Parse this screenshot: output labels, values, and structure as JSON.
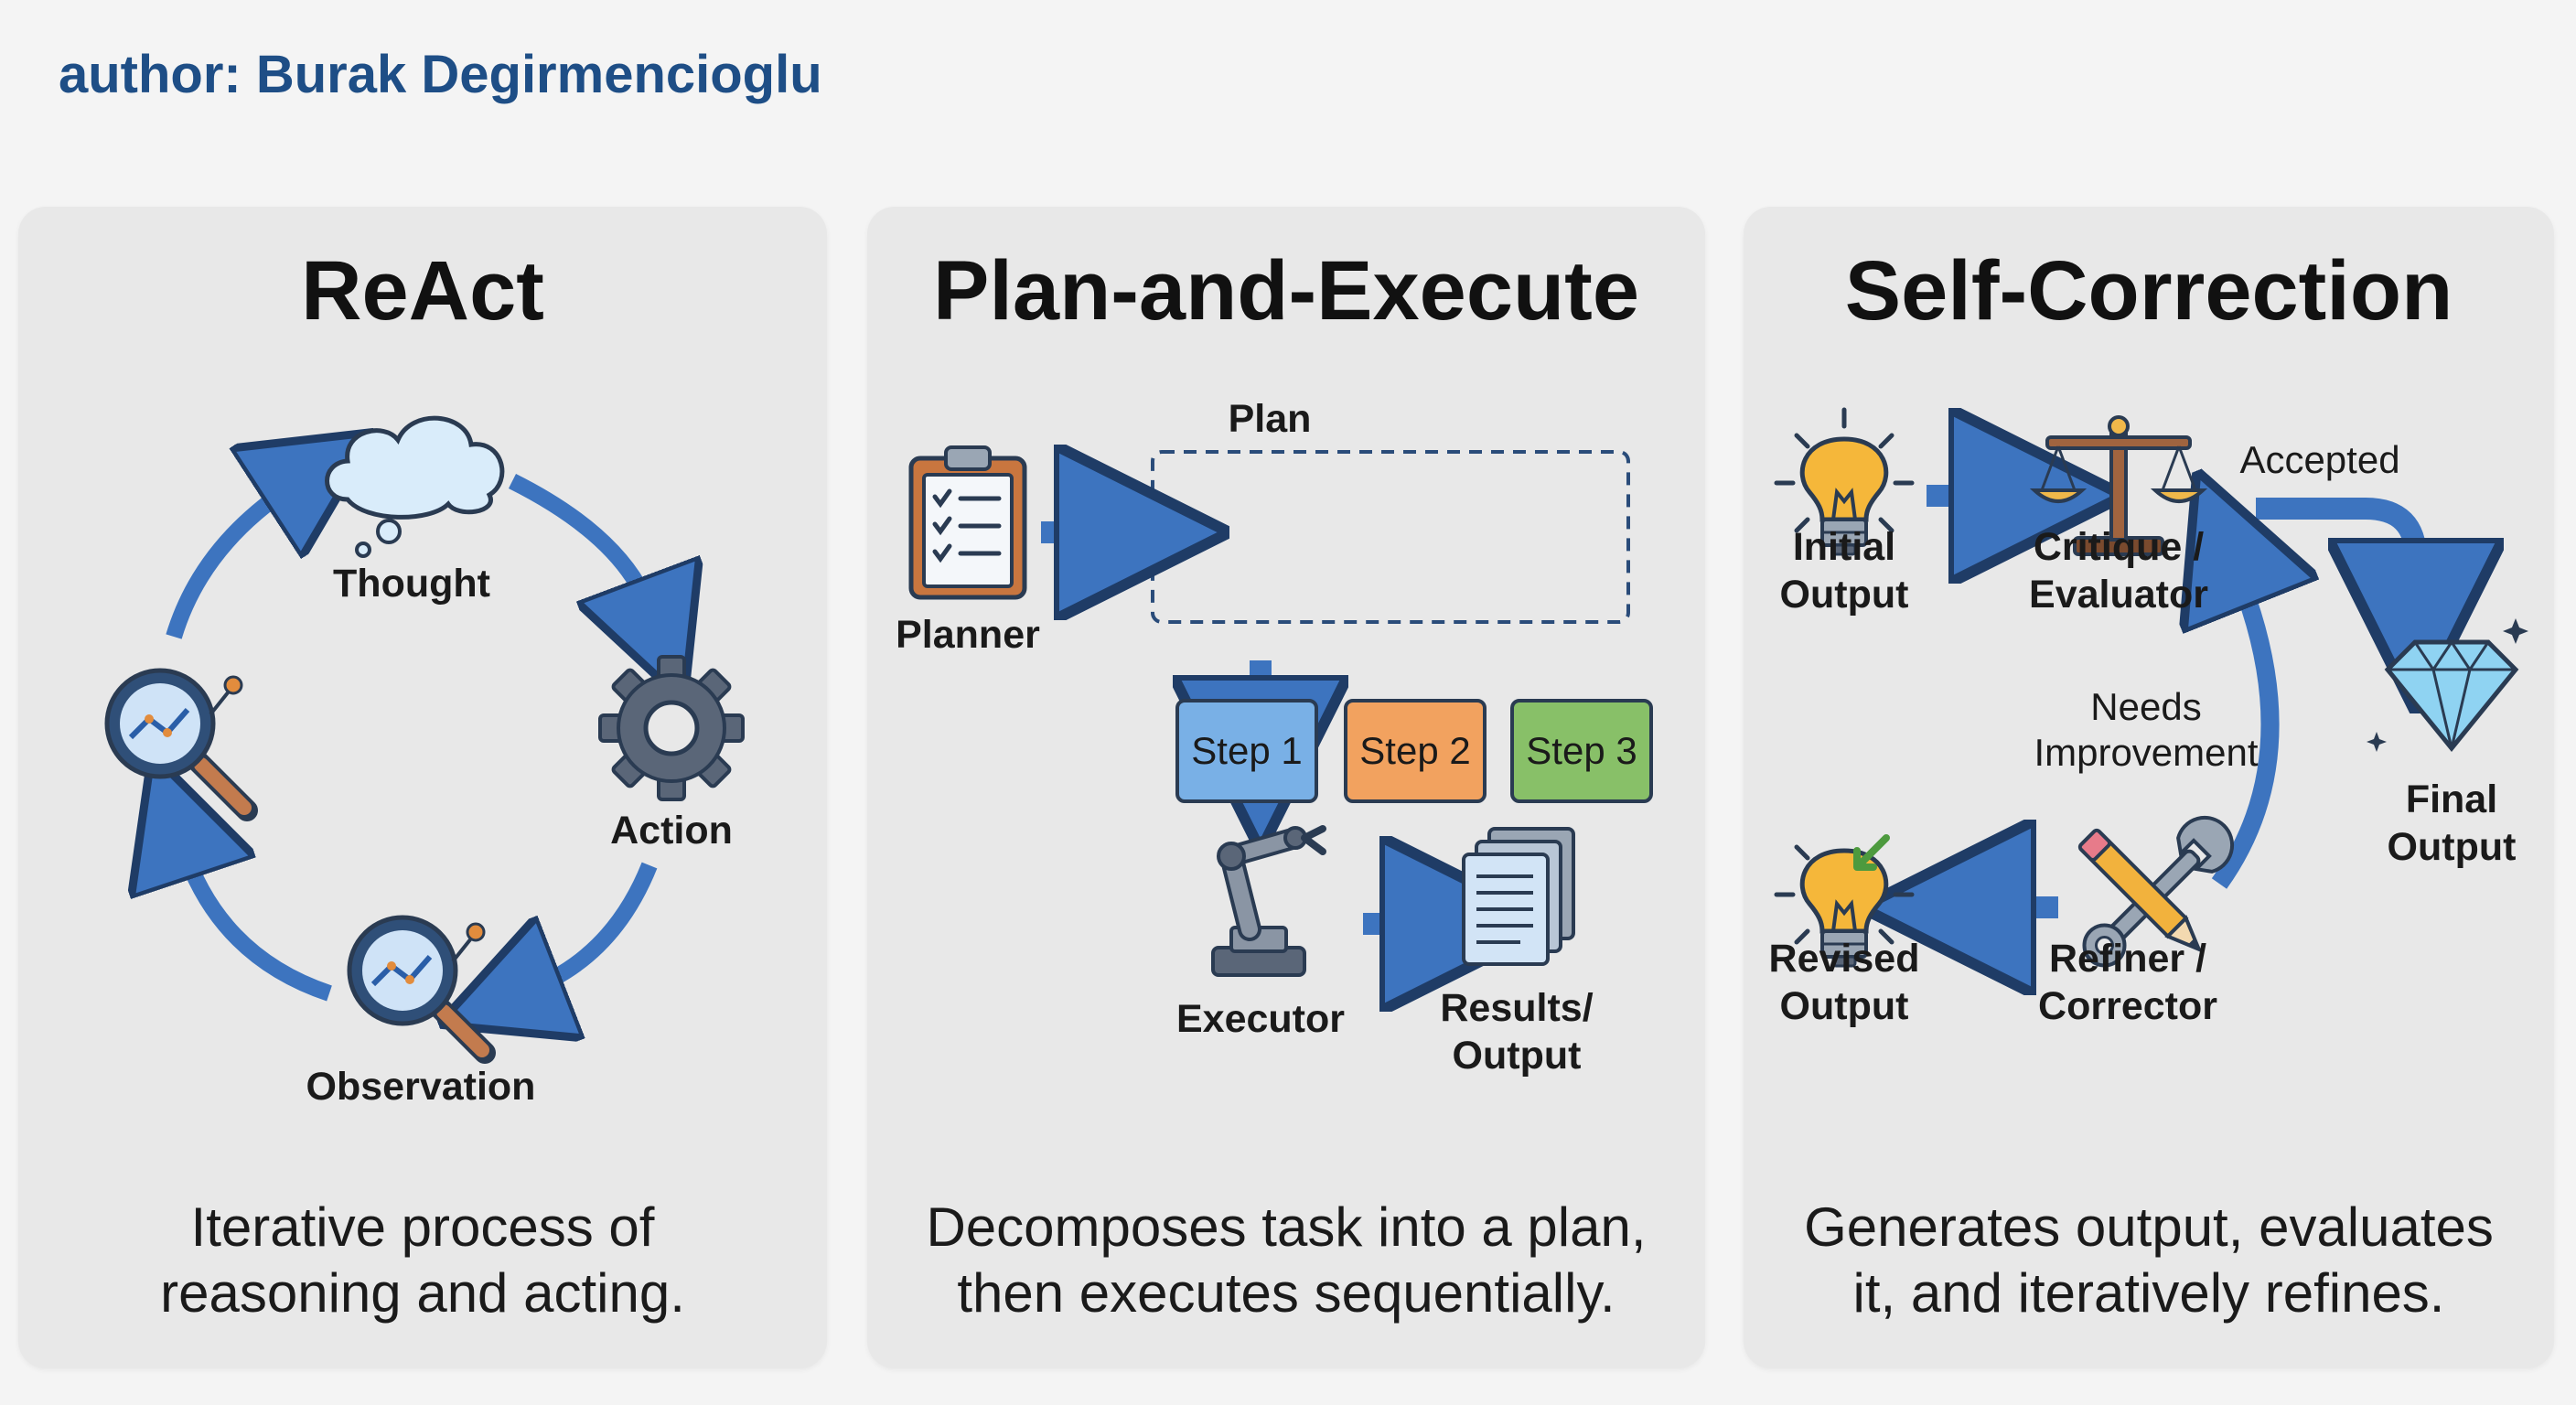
{
  "author": "author: Burak Degirmencioglu",
  "panels": {
    "react": {
      "title": "ReAct",
      "labels": {
        "thought": "Thought",
        "action": "Action",
        "observation": "Observation"
      },
      "description": [
        "Iterative process of",
        "reasoning and acting."
      ]
    },
    "plan": {
      "title": "Plan-and-Execute",
      "labels": {
        "plan": "Plan",
        "planner": "Planner",
        "steps": [
          "Step 1",
          "Step 2",
          "Step 3"
        ],
        "executor": "Executor",
        "results": [
          "Results/",
          "Output"
        ]
      },
      "description": [
        "Decomposes task into a plan,",
        "then executes sequentially."
      ]
    },
    "self": {
      "title": "Self-Correction",
      "labels": {
        "initial": [
          "Initial",
          "Output"
        ],
        "critique": [
          "Critique /",
          "Evaluator"
        ],
        "accepted": "Accepted",
        "needs": [
          "Needs",
          "Improvement"
        ],
        "final": [
          "Final",
          "Output"
        ],
        "revised": [
          "Revised",
          "Output"
        ],
        "refiner": [
          "Refiner /",
          "Corrector"
        ]
      },
      "description": [
        "Generates output, evaluates",
        "it, and iteratively refines."
      ]
    }
  },
  "colors": {
    "arrow": "#3d74bf",
    "author": "#1e4e86",
    "step1": "#79b0e6",
    "step2": "#f2a25f",
    "step3": "#88c068"
  }
}
